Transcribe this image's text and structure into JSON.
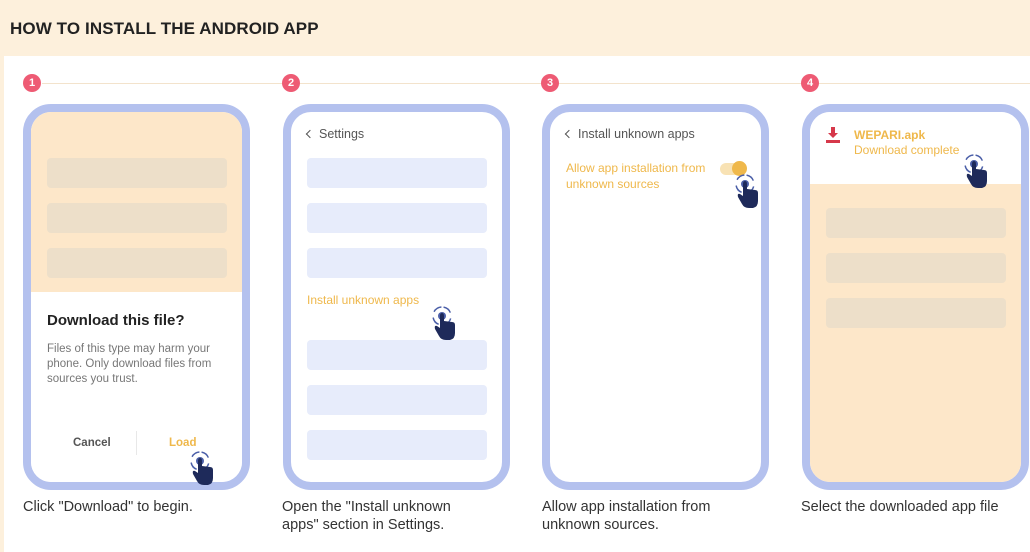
{
  "header": {
    "title": "HOW TO INSTALL THE ANDROID APP"
  },
  "steps": [
    {
      "number": "1",
      "caption": "Click \"Download\" to begin.",
      "dialog": {
        "title": "Download this file?",
        "body": "Files of this type may harm your phone. Only download files from sources you trust.",
        "cancel_label": "Cancel",
        "load_label": "Load"
      }
    },
    {
      "number": "2",
      "caption": "Open the \"Install unknown apps\" section in Settings.",
      "screen": {
        "back_label": "Settings",
        "highlight_label": "Install unknown apps"
      }
    },
    {
      "number": "3",
      "caption": "Allow app installation from unknown sources.",
      "screen": {
        "back_label": "Install unknown apps",
        "toggle_label": "Allow app installation from unknown sources"
      }
    },
    {
      "number": "4",
      "caption": "Select the downloaded app file",
      "notification": {
        "file_name": "WEPARI.apk",
        "status": "Download complete"
      }
    }
  ],
  "colors": {
    "accent_yellow": "#efb84b",
    "step_badge": "#ee5b74",
    "phone_frame": "#b4c1ee",
    "header_bg": "#fdf0dc",
    "download_icon": "#d6384a"
  },
  "icons": [
    "chevron-left-icon",
    "download-icon",
    "tap-hand-icon",
    "toggle-switch"
  ]
}
